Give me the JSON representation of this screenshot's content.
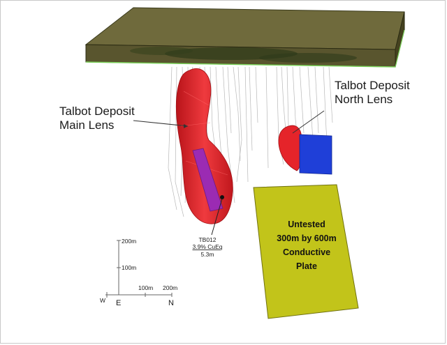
{
  "labels": {
    "main_lens_line1": "Talbot Deposit",
    "main_lens_line2": "Main Lens",
    "north_lens_line1": "Talbot Deposit",
    "north_lens_line2": "North Lens"
  },
  "drillhole": {
    "id": "TB012",
    "grade": "3.9% CuEq",
    "width": "5.3m"
  },
  "plate": {
    "line1": "Untested",
    "line2": "300m by 600m",
    "line3": "Conductive",
    "line4": "Plate"
  },
  "scale": {
    "vert_200": "200m",
    "vert_100": "100m",
    "horiz_100": "100m",
    "horiz_200": "200m",
    "west": "W",
    "east": "E",
    "north": "N"
  },
  "colors": {
    "surface_top": "#6f6a3c",
    "surface_side": "#59552e",
    "lens_red": "#e5242a",
    "intercept_purple": "#9b2bb3",
    "plate_blue": "#1f3fd8",
    "conductive_plate": "#c2c41a"
  }
}
